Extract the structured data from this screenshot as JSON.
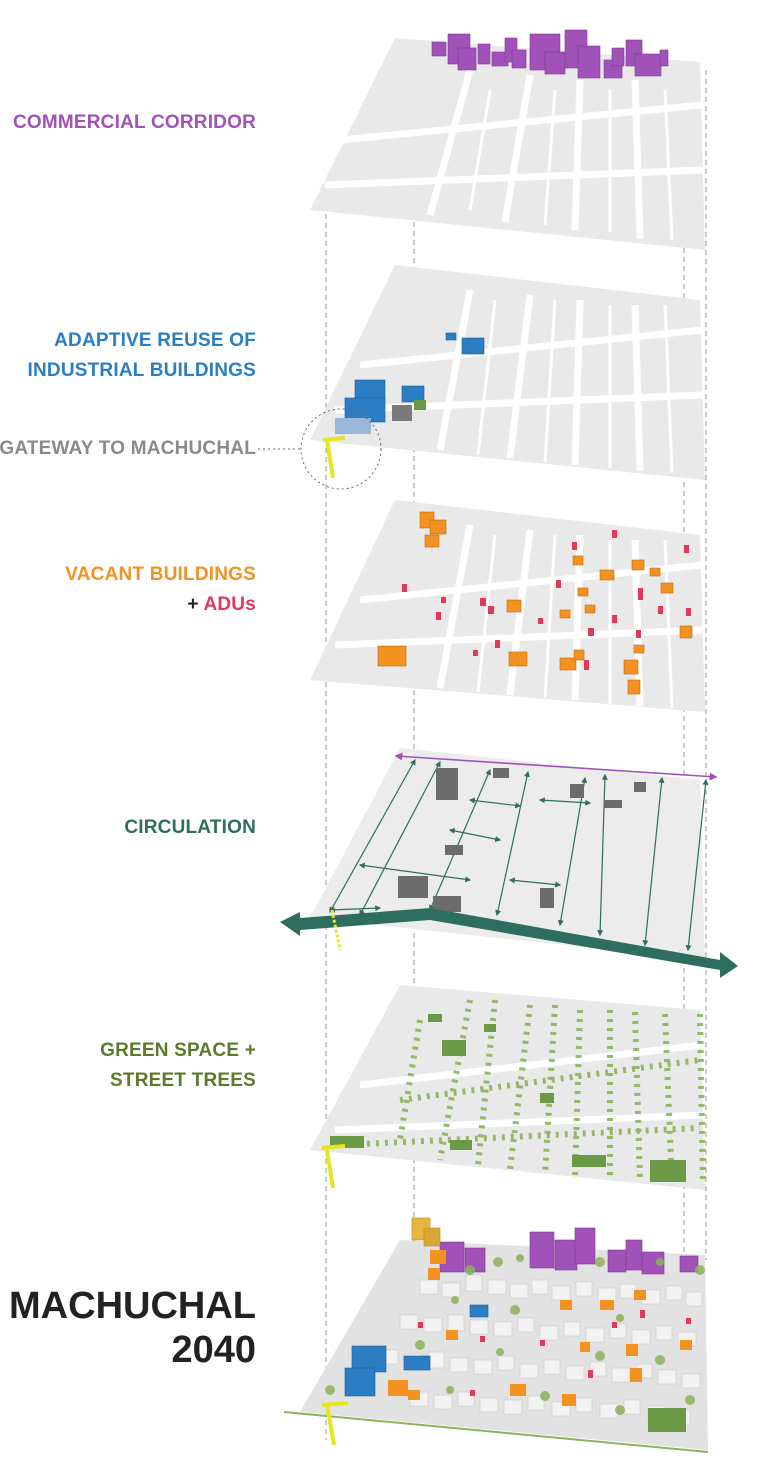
{
  "colors": {
    "commercial": "#a052b8",
    "adaptive": "#2b7ec4",
    "gateway": "#8a8a8a",
    "vacant": "#f39220",
    "adu": "#e2385a",
    "circulation": "#2e6e5f",
    "green": "#5b7a2c",
    "title": "#222222",
    "plane": "#e9e9ea",
    "street": "#ffffff",
    "highlight": "#e6e61e"
  },
  "labels": {
    "commercial": "COMMERCIAL CORRIDOR",
    "adaptive_line1": "ADAPTIVE REUSE OF",
    "adaptive_line2": "INDUSTRIAL BUILDINGS",
    "gateway": "GATEWAY TO MACHUCHAL",
    "vacant": "VACANT BUILDINGS",
    "plus": "+ ",
    "adus": "ADUs",
    "circulation": "CIRCULATION",
    "green_line1": "GREEN SPACE +",
    "green_line2": "STREET TREES",
    "title_line1": "MACHUCHAL",
    "title_line2": "2040"
  },
  "layers": [
    "commercial-corridor",
    "adaptive-reuse",
    "vacant-buildings",
    "circulation",
    "green-space",
    "machuchal-2040"
  ]
}
